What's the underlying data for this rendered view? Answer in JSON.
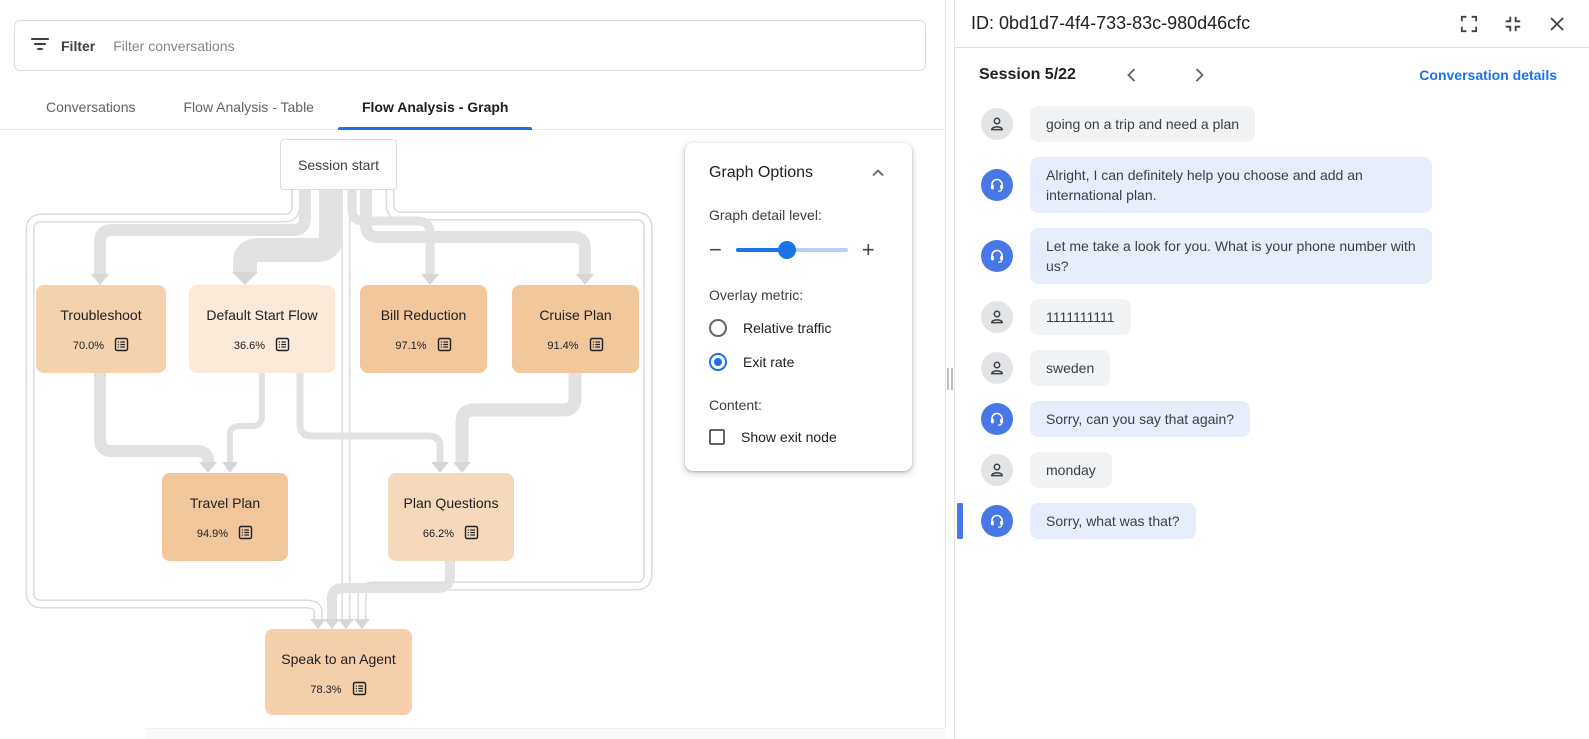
{
  "filter_bar": {
    "label": "Filter",
    "placeholder": "Filter conversations"
  },
  "tabs": [
    {
      "label": "Conversations",
      "active": false
    },
    {
      "label": "Flow Analysis - Table",
      "active": false
    },
    {
      "label": "Flow Analysis - Graph",
      "active": true
    }
  ],
  "flow_graph": {
    "start_node": {
      "label": "Session start"
    },
    "overlay_metric_shown": "Exit rate",
    "nodes": [
      {
        "label": "Troubleshoot",
        "exit_rate": "70.0%",
        "color": "#f5d2ae"
      },
      {
        "label": "Default Start Flow",
        "exit_rate": "36.6%",
        "color": "#fbead9"
      },
      {
        "label": "Bill Reduction",
        "exit_rate": "97.1%",
        "color": "#f2c79c"
      },
      {
        "label": "Cruise Plan",
        "exit_rate": "91.4%",
        "color": "#f2c79c"
      },
      {
        "label": "Travel Plan",
        "exit_rate": "94.9%",
        "color": "#f2c69b"
      },
      {
        "label": "Plan Questions",
        "exit_rate": "66.2%",
        "color": "#f6d8ba"
      },
      {
        "label": "Speak to an Agent",
        "exit_rate": "78.3%",
        "color": "#f4cfaa"
      }
    ]
  },
  "graph_options": {
    "title": "Graph Options",
    "detail_label": "Graph detail level:",
    "detail_level_pct": 45,
    "overlay_label": "Overlay metric:",
    "overlay_options": [
      {
        "label": "Relative traffic",
        "selected": false
      },
      {
        "label": "Exit rate",
        "selected": true
      }
    ],
    "content_label": "Content:",
    "show_exit_node_label": "Show exit node",
    "show_exit_node_checked": false
  },
  "conversation_panel": {
    "id_label": "ID: 0bd1d7-4f4-733-83c-980d46cfc",
    "session_label": "Session 5/22",
    "details_link": "Conversation details",
    "messages": [
      {
        "sender": "user",
        "text": "going on a trip and need a plan",
        "highlighted": false
      },
      {
        "sender": "agent",
        "text": "Alright, I can definitely help you choose and add an international plan.",
        "highlighted": false
      },
      {
        "sender": "agent",
        "text": "Let me take a look for you. What is your phone number with us?",
        "highlighted": false
      },
      {
        "sender": "user",
        "text": "1111111111",
        "highlighted": false
      },
      {
        "sender": "user",
        "text": "sweden",
        "highlighted": false
      },
      {
        "sender": "agent",
        "text": "Sorry, can you say that again?",
        "highlighted": false
      },
      {
        "sender": "user",
        "text": "monday",
        "highlighted": false
      },
      {
        "sender": "agent",
        "text": "Sorry, what was that?",
        "highlighted": true
      }
    ]
  },
  "colors": {
    "accent_blue": "#1a73e8",
    "agent_avatar_blue": "#4a77e8",
    "edge_gray": "#e2e2e2",
    "user_bubble": "#f1f3f4",
    "agent_bubble": "#e8edfb"
  }
}
